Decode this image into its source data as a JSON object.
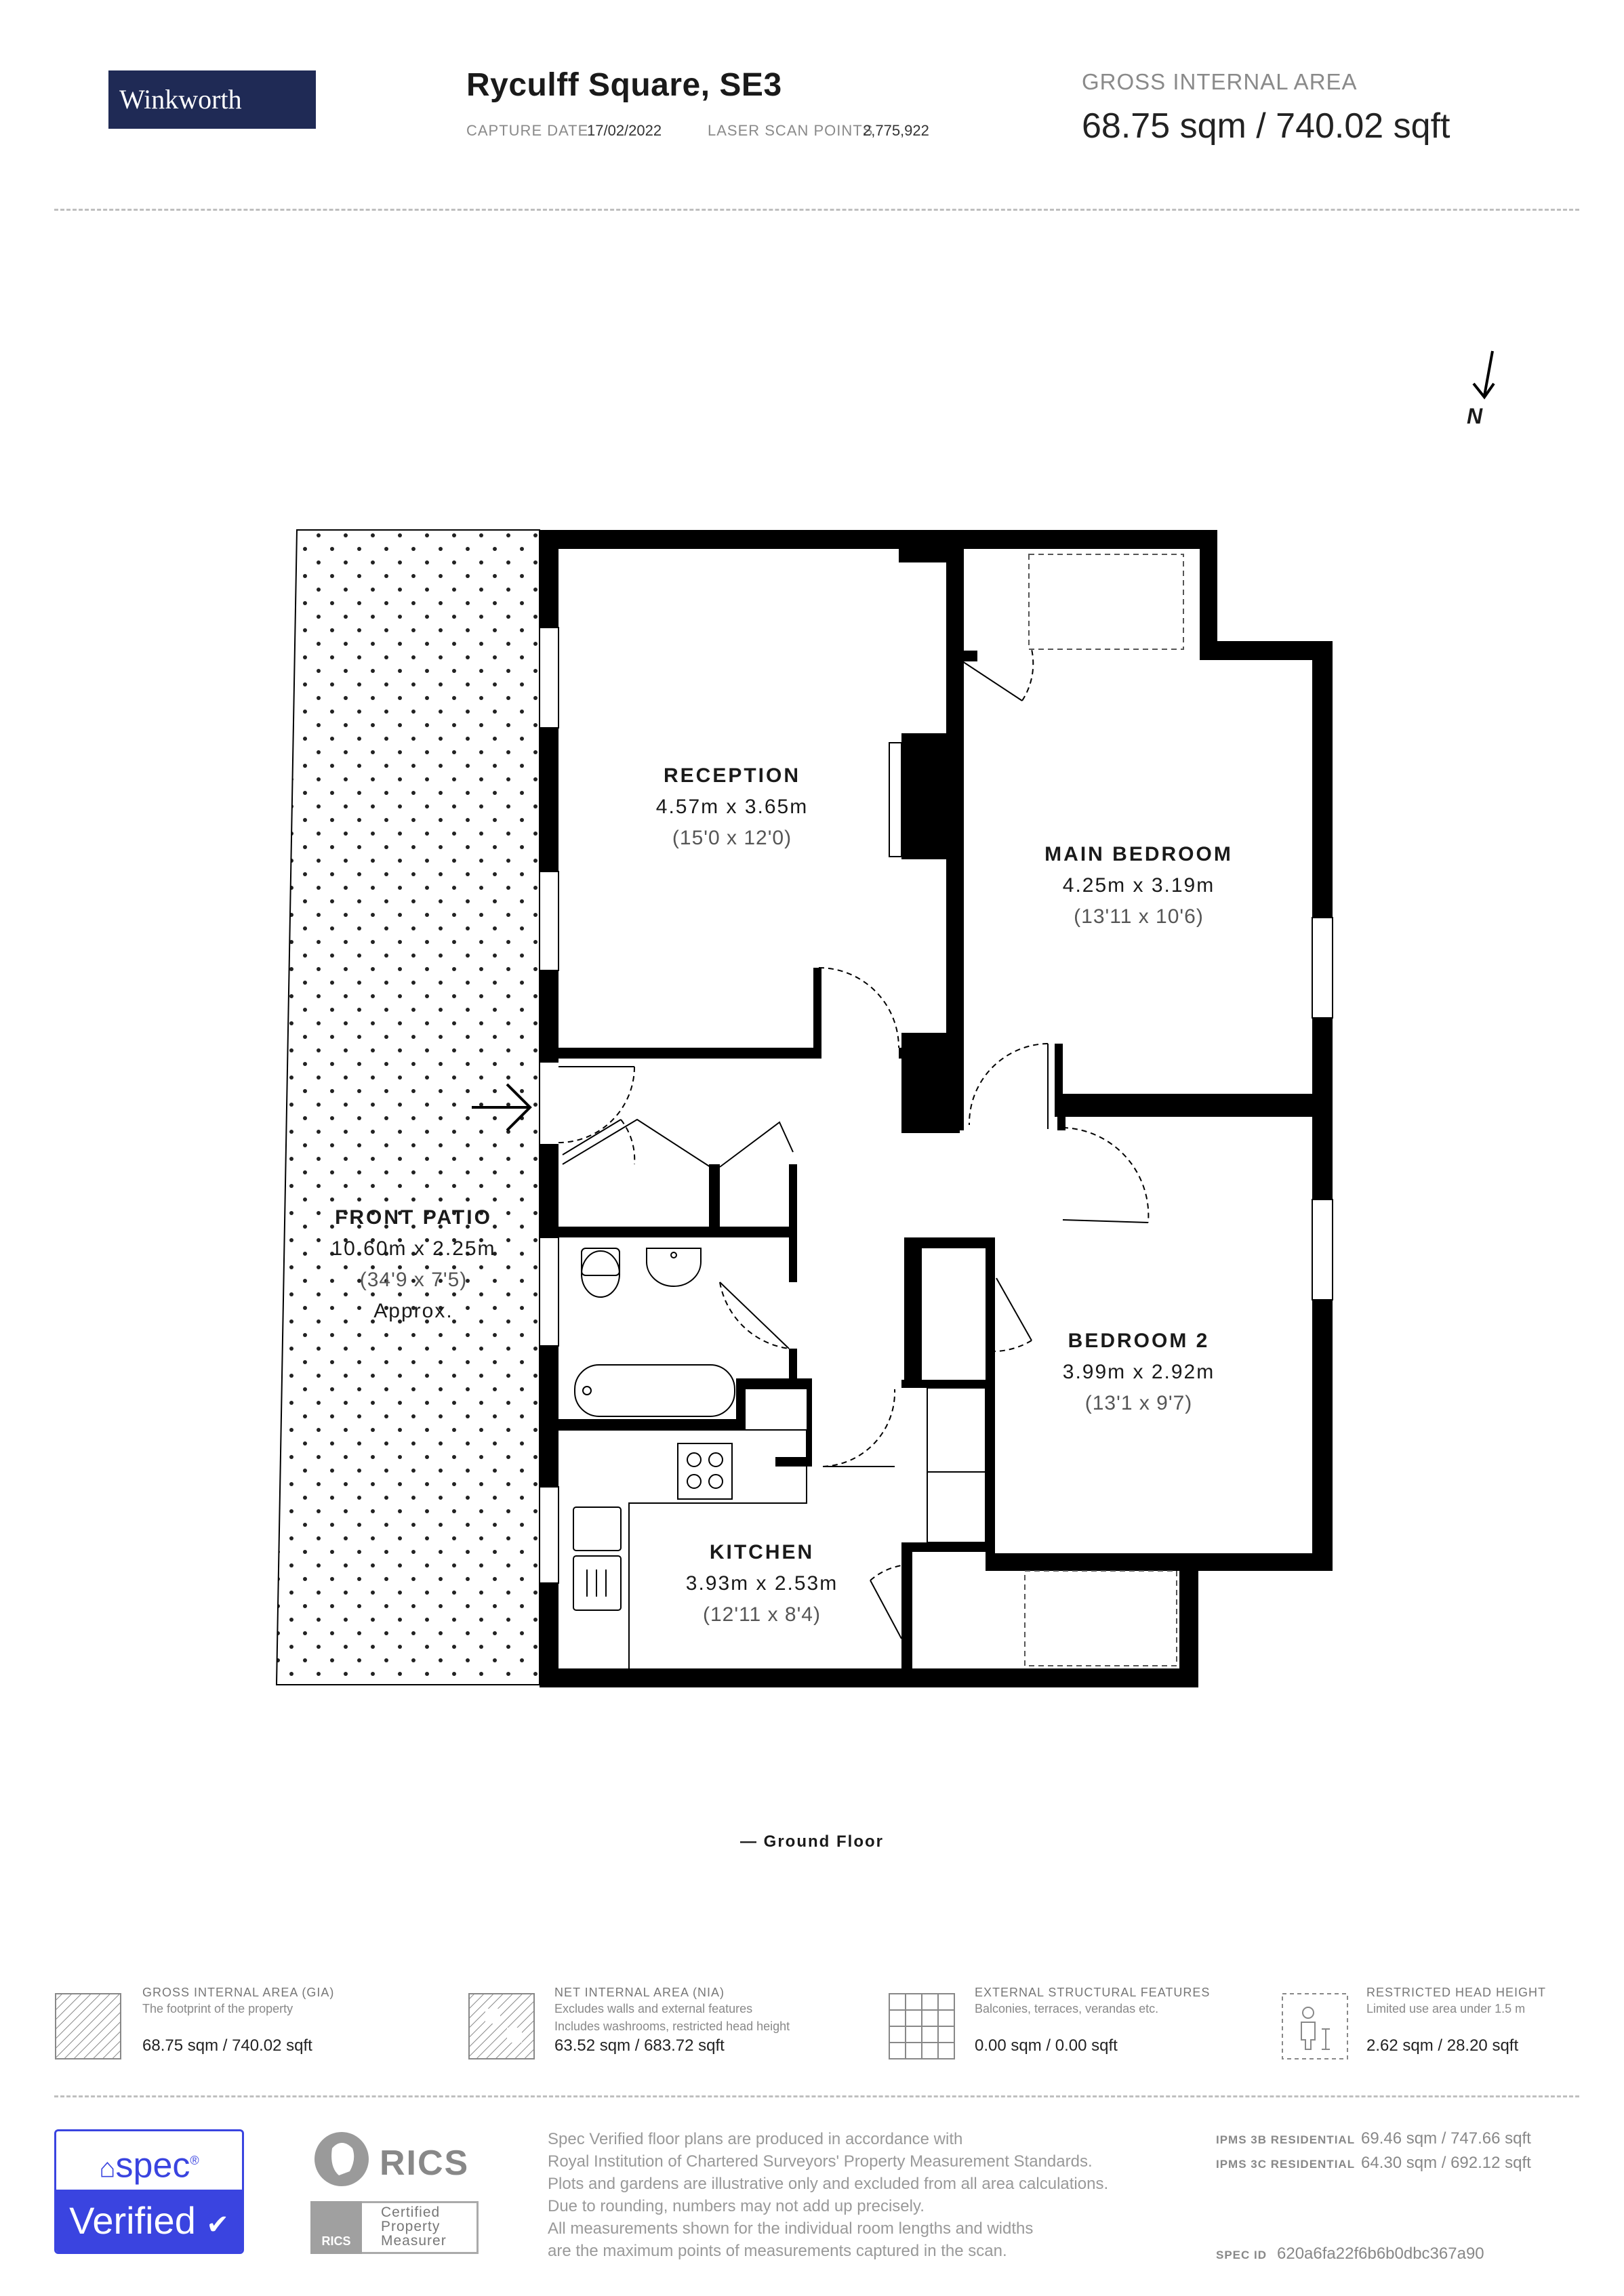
{
  "brand": "Winkworth",
  "property": {
    "title": "Ryculff Square, SE3",
    "capture_date_label": "CAPTURE DATE",
    "capture_date": "17/02/2022",
    "scan_points_label": "LASER SCAN POINTS",
    "scan_points": "2,775,922"
  },
  "gia": {
    "label": "GROSS INTERNAL AREA",
    "value": "68.75 sqm / 740.02 sqft"
  },
  "compass": "N",
  "rooms": [
    {
      "name": "RECEPTION",
      "metric": "4.57m x 3.65m",
      "imperial": "(15'0 x 12'0)"
    },
    {
      "name": "MAIN BEDROOM",
      "metric": "4.25m x 3.19m",
      "imperial": "(13'11 x 10'6)"
    },
    {
      "name": "FRONT PATIO",
      "metric": "10.60m x 2.25m",
      "imperial": "(34'9 x 7'5)",
      "note": "Approx."
    },
    {
      "name": "BEDROOM 2",
      "metric": "3.99m x 2.92m",
      "imperial": "(13'1 x 9'7)"
    },
    {
      "name": "KITCHEN",
      "metric": "3.93m x 2.53m",
      "imperial": "(12'11 x 8'4)"
    }
  ],
  "floor_label": "— Ground Floor",
  "legend": [
    {
      "title": "GROSS INTERNAL AREA (GIA)",
      "desc1": "The footprint of the property",
      "desc2": "",
      "value": "68.75 sqm / 740.02 sqft",
      "icon": "gia-hatch-icon"
    },
    {
      "title": "NET INTERNAL AREA (NIA)",
      "desc1": "Excludes walls and external features",
      "desc2": "Includes washrooms, restricted head height",
      "value": "63.52 sqm / 683.72 sqft",
      "icon": "nia-hatch-icon"
    },
    {
      "title": "EXTERNAL STRUCTURAL FEATURES",
      "desc1": "Balconies, terraces, verandas etc.",
      "desc2": "",
      "value": "0.00 sqm / 0.00 sqft",
      "icon": "grid-icon"
    },
    {
      "title": "RESTRICTED HEAD HEIGHT",
      "desc1": "Limited use area under 1.5 m",
      "desc2": "",
      "value": "2.62 sqm / 28.20 sqft",
      "icon": "person-height-icon"
    }
  ],
  "spec_badge": {
    "top": "spec",
    "mark": "®",
    "bottom": "Verified"
  },
  "rics": {
    "name": "RICS",
    "small": "RICS",
    "cert1": "Certified",
    "cert2": "Property",
    "cert3": "Measurer"
  },
  "disclaimer": [
    "Spec Verified floor plans are produced in accordance with",
    "Royal Institution of Chartered Surveyors' Property Measurement Standards.",
    "Plots and gardens are illustrative only and excluded from all area calculations.",
    "Due to rounding, numbers may not add up precisely.",
    "All measurements shown for the individual room lengths and widths",
    "are the maximum points of measurements captured in the scan."
  ],
  "ipms": [
    {
      "label": "IPMS 3B RESIDENTIAL",
      "value": "69.46 sqm / 747.66 sqft"
    },
    {
      "label": "IPMS 3C RESIDENTIAL",
      "value": "64.30 sqm / 692.12 sqft"
    }
  ],
  "spec_id": {
    "label": "SPEC ID",
    "value": "620a6fa22f6b6b0dbc367a90"
  },
  "colors": {
    "brand_navy": "#1f2a55",
    "spec_blue": "#3a44e0",
    "wall": "#000000"
  }
}
